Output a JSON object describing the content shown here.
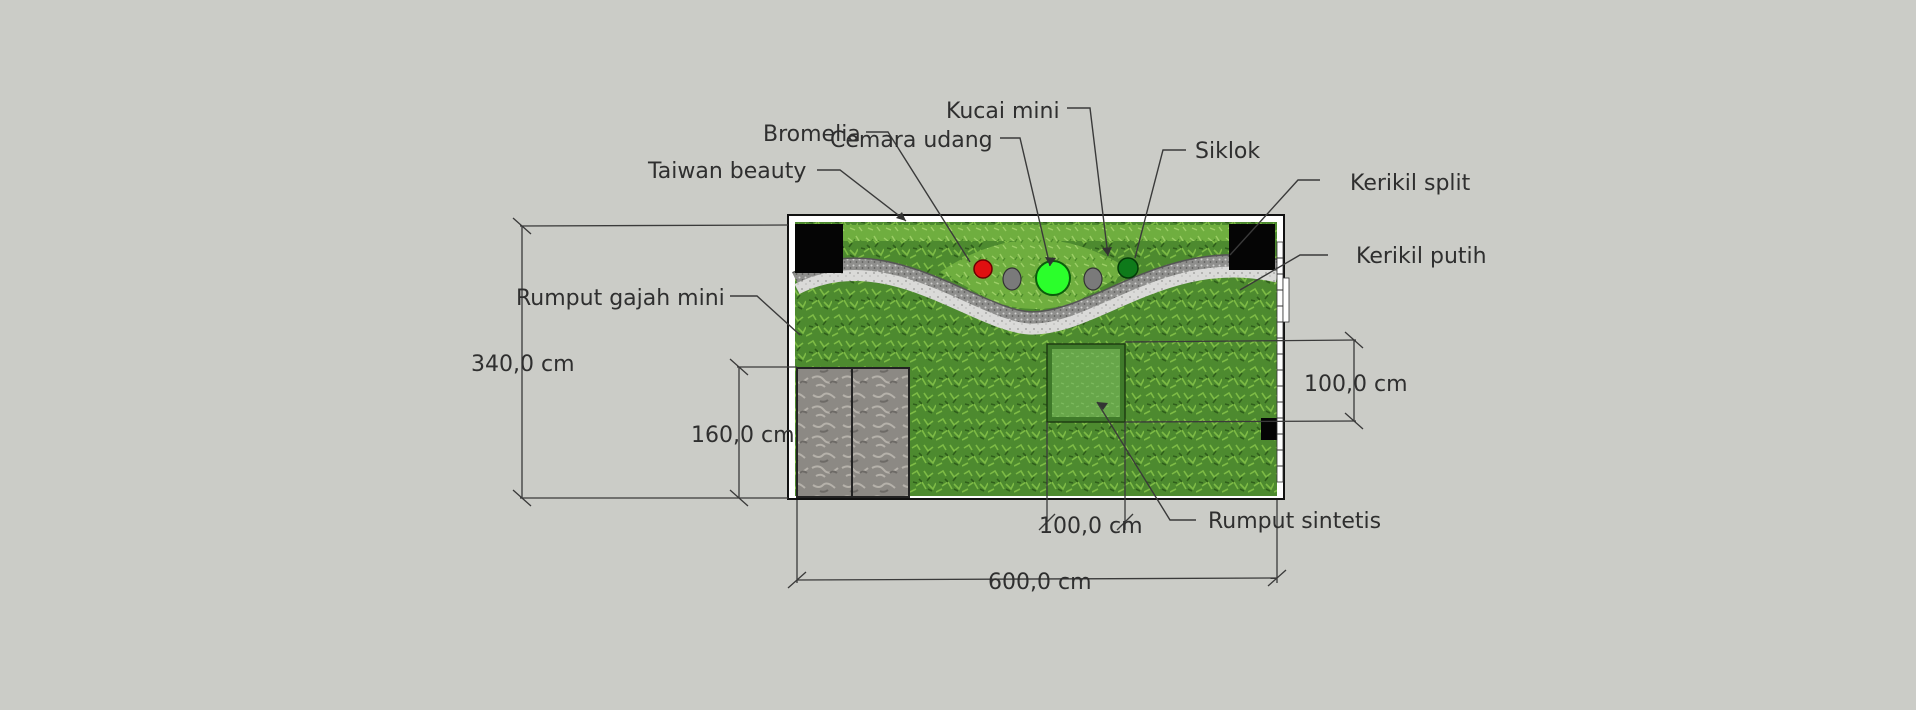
{
  "labels": {
    "kucai_mini": "Kucai mini",
    "bromelia": "Bromelia",
    "cemara_udang": "Cemara udang",
    "siklok": "Siklok",
    "taiwan_beauty": "Taiwan beauty",
    "kerikil_split": "Kerikil split",
    "kerikil_putih": "Kerikil putih",
    "rumput_gajah_mini": "Rumput gajah mini",
    "rumput_sintetis": "Rumput sintetis"
  },
  "dimensions": {
    "height_total": "340,0 cm",
    "height_paving": "160,0 cm",
    "square_height": "100,0 cm",
    "square_width": "100,0 cm",
    "width_total": "600,0 cm"
  },
  "colors": {
    "background": "#cbccc7",
    "grass": "#4f8a30",
    "grass_light": "#7fb84a",
    "synthetic_grass": "#66a54a",
    "gravel_white": "#d8d8d6",
    "gravel_split": "#8e8e8c",
    "paving": "#8d8a85",
    "wall": "#ffffff",
    "bromelia": "#e01010",
    "cemara_udang": "#2bff2b",
    "siklok": "#0e7a1a",
    "stone": "#7a7a7a"
  }
}
